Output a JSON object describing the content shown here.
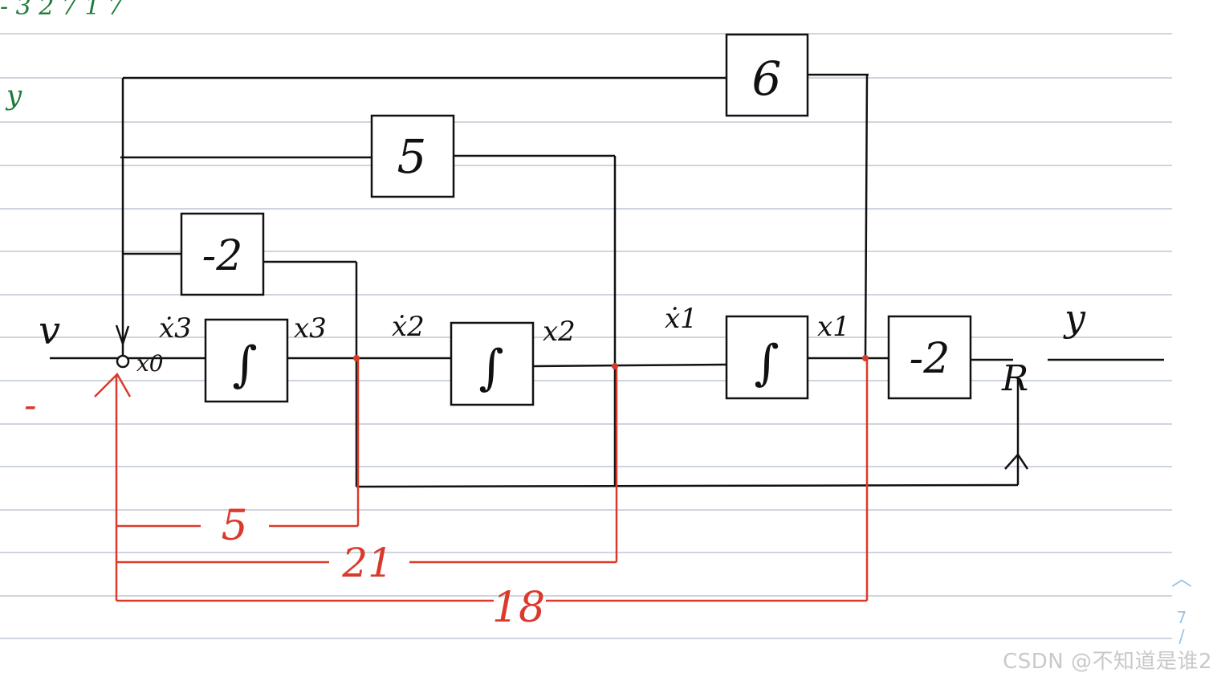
{
  "header_notes": {
    "line1": "- 3 2 7 1 7",
    "line2": "y"
  },
  "blocks": {
    "b6": "6",
    "b5": "5",
    "bm2_top": "-2",
    "int1": "∫",
    "int2": "∫",
    "int3": "∫",
    "out_gain": "-2"
  },
  "signals": {
    "input": "v",
    "x3dot": "ẋ3",
    "x3": "x3",
    "x2dot": "ẋ2",
    "x2": "x2",
    "x1dot": "ẋ1",
    "x1": "x1",
    "output": "y",
    "x30": "x0"
  },
  "feedback": {
    "minus_sign": "-",
    "gain_5": "5",
    "gain_21": "21",
    "gain_18": "18"
  },
  "colors": {
    "ink": "#111111",
    "feedback": "#d93a2b",
    "note_green": "#1e7a3a",
    "ruled_line": "#cfd5de"
  },
  "watermark": "CSDN @不知道是谁2",
  "page_number": "7"
}
